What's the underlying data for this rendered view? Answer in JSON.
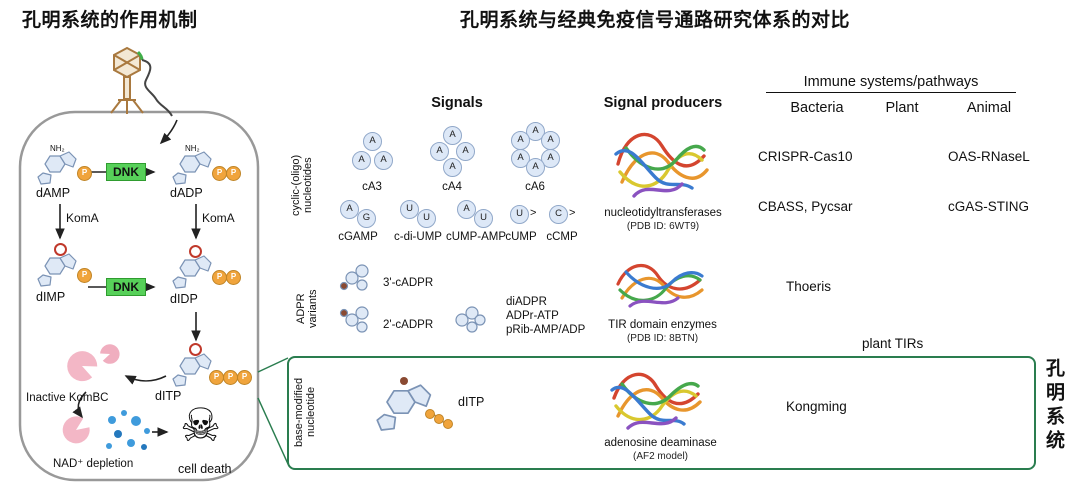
{
  "left_panel": {
    "title": "孔明系统的作用机制",
    "molecules": {
      "damp": {
        "label": "dAMP",
        "amine": "NH₂",
        "phosphates": [
          "P"
        ]
      },
      "dadp": {
        "label": "dADP",
        "amine": "NH₂",
        "phosphates": [
          "P",
          "P"
        ]
      },
      "dimp": {
        "label": "dIMP",
        "phosphates": [
          "P"
        ]
      },
      "didp": {
        "label": "dIDP",
        "phosphates": [
          "P",
          "P"
        ]
      },
      "ditp": {
        "label": "dITP",
        "phosphates": [
          "P",
          "P",
          "P"
        ]
      }
    },
    "enzymes": {
      "dnk_top": "DNK",
      "dnk_bottom": "DNK",
      "koma_left": "KomA",
      "koma_right": "KomA"
    },
    "annotations": {
      "inactive_kombc": "Inactive KomBC",
      "nad_depletion": "NAD⁺ depletion",
      "cell_death": "cell death",
      "skull": "☠"
    }
  },
  "right_panel": {
    "title": "孔明系统与经典免疫信号通路研究体系的对比",
    "columns": {
      "signals": "Signals",
      "signal_producers": "Signal producers",
      "immune_group": "Immune systems/pathways",
      "bacteria": "Bacteria",
      "plant": "Plant",
      "animal": "Animal"
    },
    "rows": [
      {
        "category_line1": "cyclic-(oligo)",
        "category_line2": "nucleotides",
        "signals": {
          "cA3": {
            "label": "cA3",
            "units": [
              "A",
              "A",
              "A"
            ]
          },
          "cA4": {
            "label": "cA4",
            "units": [
              "A",
              "A",
              "A",
              "A"
            ]
          },
          "cA6": {
            "label": "cA6",
            "units": [
              "A",
              "A",
              "A",
              "A",
              "A",
              "A"
            ]
          },
          "cGAMP": {
            "label": "cGAMP",
            "units": [
              "A",
              "G"
            ]
          },
          "cdiUMP": {
            "label": "c-di-UMP",
            "units": [
              "U",
              "U"
            ]
          },
          "cUMPAMP": {
            "label": "cUMP-AMP",
            "units": [
              "A",
              "U"
            ]
          },
          "cUMP": {
            "label": "cUMP",
            "units": [
              "U"
            ],
            "open_mark": ">"
          },
          "cCMP": {
            "label": "cCMP",
            "units": [
              "C"
            ],
            "open_mark": ">"
          }
        },
        "producer": {
          "name": "nucleotidyltransferases",
          "note": "(PDB ID: 6WT9)"
        },
        "bacteria": [
          "CRISPR-Cas10",
          "CBASS, Pycsar"
        ],
        "animal": [
          "OAS-RNaseL",
          "cGAS-STING"
        ]
      },
      {
        "category_line1": "ADPR",
        "category_line2": "variants",
        "signals": {
          "cadpr3": "3'-cADPR",
          "cadpr2": "2'-cADPR",
          "others": [
            "diADPR",
            "ADPr-ATP",
            "pRib-AMP/ADP"
          ]
        },
        "producer": {
          "name": "TIR domain enzymes",
          "note": "(PDB ID: 8BTN)"
        },
        "bacteria": [
          "Thoeris"
        ],
        "plant_animal": "plant TIRs"
      },
      {
        "category_line1": "base-modified",
        "category_line2": "nucleotide",
        "signals": {
          "ditp": "dITP"
        },
        "producer": {
          "name": "adenosine deaminase",
          "note": "(AF2 model)"
        },
        "bacteria": [
          "Kongming"
        ]
      }
    ],
    "kongming_side_label": "孔明系统"
  }
}
